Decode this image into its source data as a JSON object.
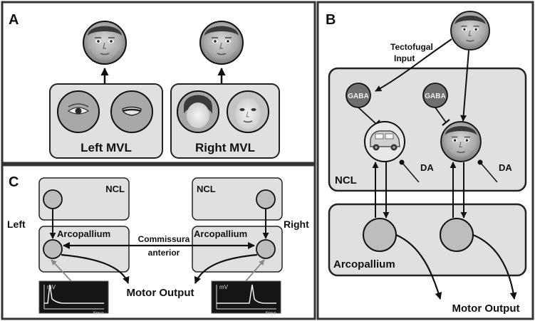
{
  "panels": {
    "a": {
      "letter": "A",
      "left_label": "Left MVL",
      "right_label": "Right MVL",
      "top_face_icons": [
        "child-face-icon",
        "child-face-icon"
      ],
      "left_icons": [
        "eye-icon",
        "mouth-icon"
      ],
      "right_icons": [
        "face-outline-icon",
        "face-features-icon"
      ]
    },
    "b": {
      "letter": "B",
      "input_label": "Tectofugal Input",
      "input_label_line1": "Tectofugal",
      "input_label_line2": "Input",
      "gaba_left": "GABA",
      "gaba_right": "GABA",
      "da_left": "DA",
      "da_right": "DA",
      "ncl_label": "NCL",
      "arcopallium_label": "Arcopallium",
      "motor_output": "Motor Output",
      "icons": [
        "child-face-icon",
        "car-icon",
        "child-face-icon"
      ]
    },
    "c": {
      "letter": "C",
      "ncl_left": "NCL",
      "ncl_right": "NCL",
      "left_label": "Left",
      "right_label": "Right",
      "arco_left": "Arcopallium",
      "arco_right": "Arcopallium",
      "commissura_line1": "Commissura",
      "commissura_line2": "anterior",
      "motor_output": "Motor Output",
      "trace_y_unit": "mV",
      "trace_x_unit": "time"
    }
  },
  "colors": {
    "panel_fill": "#e0e0e0",
    "neuron_fill": "#bdbdbd",
    "gaba_fill": "#6e6e6e",
    "frame": "#333333",
    "trace_bg": "#151515"
  }
}
